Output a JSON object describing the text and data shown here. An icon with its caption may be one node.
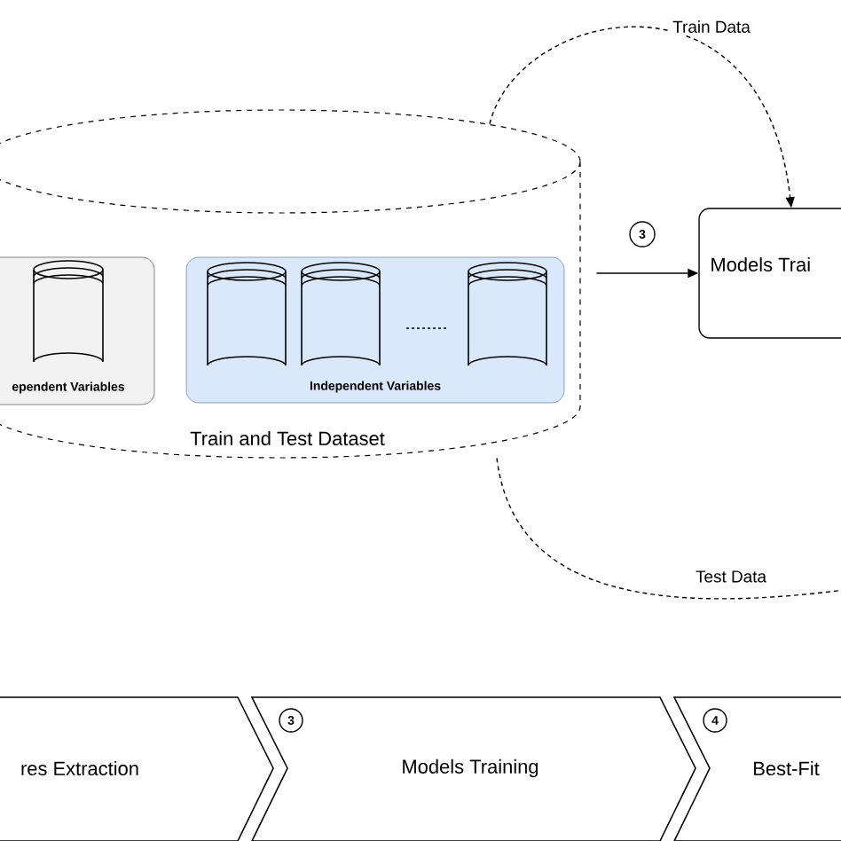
{
  "diagram": {
    "nodes": [
      {
        "text": [
          "Train and Test Dataset"
        ]
      },
      {
        "text": [
          "ependent Variables"
        ],
        "in": 0
      },
      {
        "text": [
          "Independent Variables"
        ],
        "in": 0
      },
      {
        "text": [
          "Models Trai"
        ]
      },
      {
        "text": [
          "res Extraction"
        ]
      },
      {
        "text": [
          "3",
          "Models Training"
        ]
      },
      {
        "text": [
          "4",
          "Best-Fit"
        ]
      }
    ],
    "edges": [
      {
        "from": 0,
        "to": 3,
        "arrow": "to",
        "label": "3"
      },
      {
        "from": 0,
        "to": 3,
        "arrow": "to",
        "label": "Train Data",
        "style": "dashed"
      },
      {
        "from": 0,
        "to": null,
        "arrow": "none",
        "label": "Test Data",
        "style": "dashed"
      }
    ]
  }
}
